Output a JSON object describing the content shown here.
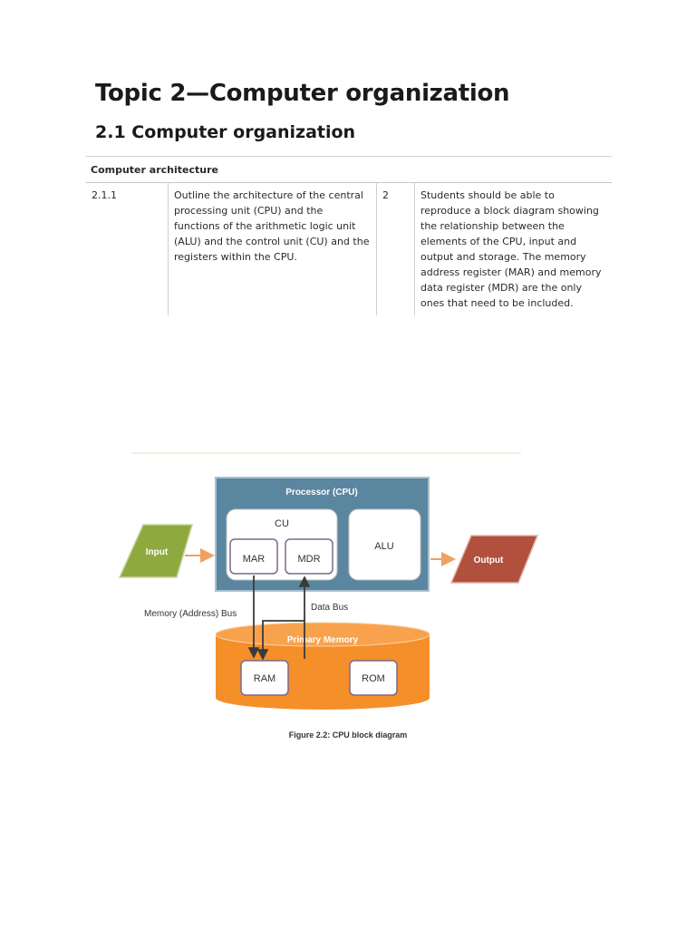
{
  "heading": {
    "topic_title": "Topic 2—Computer organization",
    "section_title": "2.1 Computer organization"
  },
  "syllabus": {
    "group_heading": "Computer architecture",
    "row": {
      "ref": "2.1.1",
      "topic": "Outline the architecture of the central processing unit (CPU) and the functions of the arithmetic logic unit (ALU) and the control unit (CU) and the registers within the CPU.",
      "level": "2",
      "guidance": "Students should be able to reproduce a block diagram showing the relationship between the elements of the CPU, input and output and storage. The memory address register (MAR) and memory data register (MDR) are the only ones that need to be included."
    }
  },
  "figure": {
    "processor_label": "Processor (CPU)",
    "cu_label": "CU",
    "mar_label": "MAR",
    "mdr_label": "MDR",
    "alu_label": "ALU",
    "input_label": "Input",
    "output_label": "Output",
    "memory_label": "Primary Memory",
    "ram_label": "RAM",
    "rom_label": "ROM",
    "address_bus_label": "Memory (Address) Bus",
    "data_bus_label": "Data Bus",
    "caption": "Figure 2.2: CPU block diagram",
    "colors": {
      "processor_fill": "#5b86a0",
      "input_fill": "#8eaa3f",
      "output_fill": "#b0503d",
      "memory_fill": "#f58f2a",
      "arrow_orange": "#f0a060",
      "bus_arrow": "#3a3a3a"
    }
  }
}
